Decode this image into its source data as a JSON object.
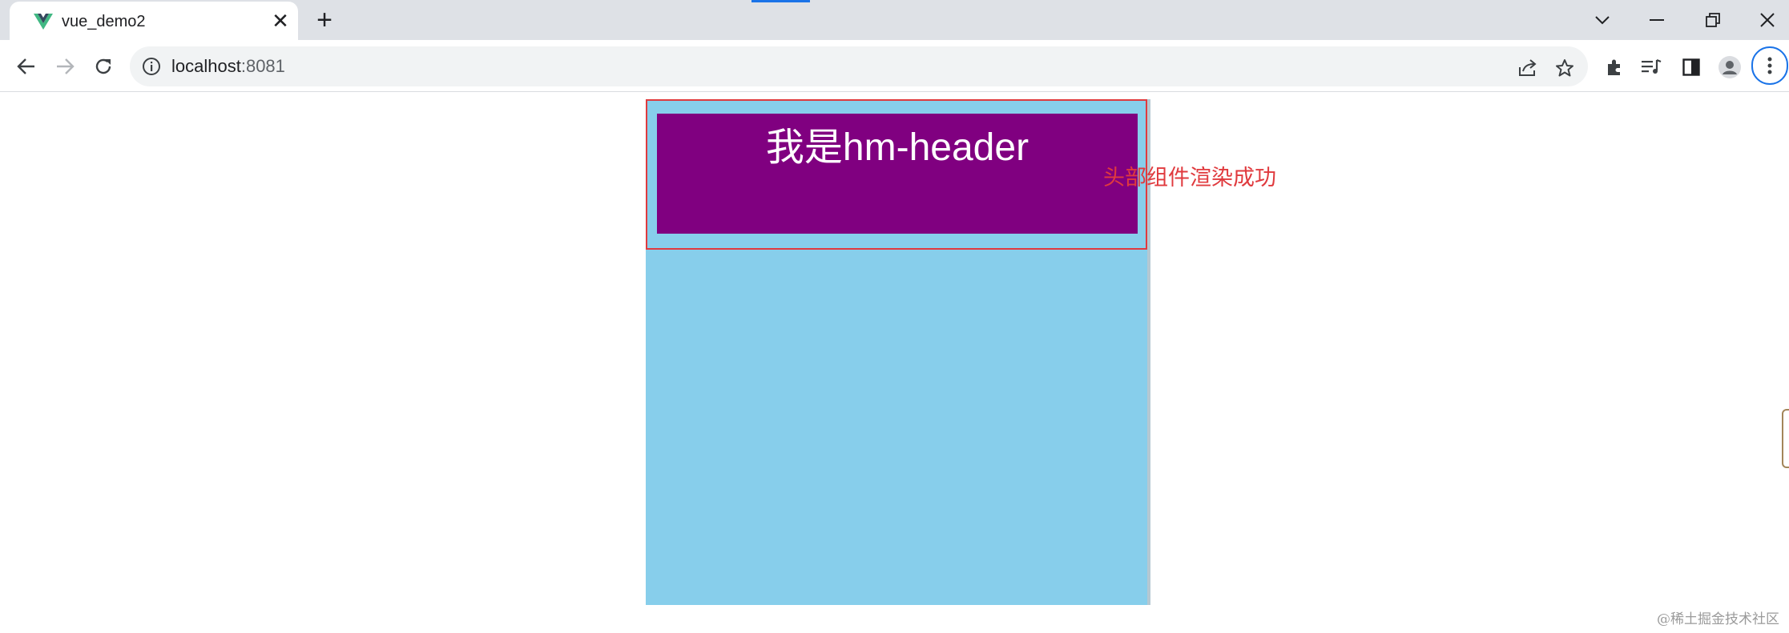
{
  "browser": {
    "tab": {
      "title": "vue_demo2",
      "close_label": "✕"
    },
    "new_tab_label": "+",
    "address_bar": {
      "host": "localhost",
      "port": ":8081"
    }
  },
  "page": {
    "header_text": "我是hm-header",
    "annotation": "头部组件渲染成功",
    "watermark": "@稀土掘金技术社区"
  },
  "colors": {
    "app_background": "#87ceeb",
    "header_background": "#800080",
    "annotation": "#e03a3e",
    "tab_strip": "#dee1e6",
    "accent": "#1a73e8"
  }
}
